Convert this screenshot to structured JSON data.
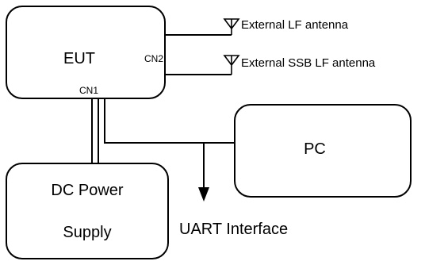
{
  "diagram": {
    "blocks": {
      "eut": "EUT",
      "pc": "PC",
      "dc_power_line1": "DC Power",
      "dc_power_line2": "Supply"
    },
    "connectors": {
      "cn1": "CN1",
      "cn2": "CN2"
    },
    "antennas": {
      "lf": "External LF antenna",
      "ssb_lf": "External SSB LF antenna"
    },
    "interface": "UART Interface"
  }
}
